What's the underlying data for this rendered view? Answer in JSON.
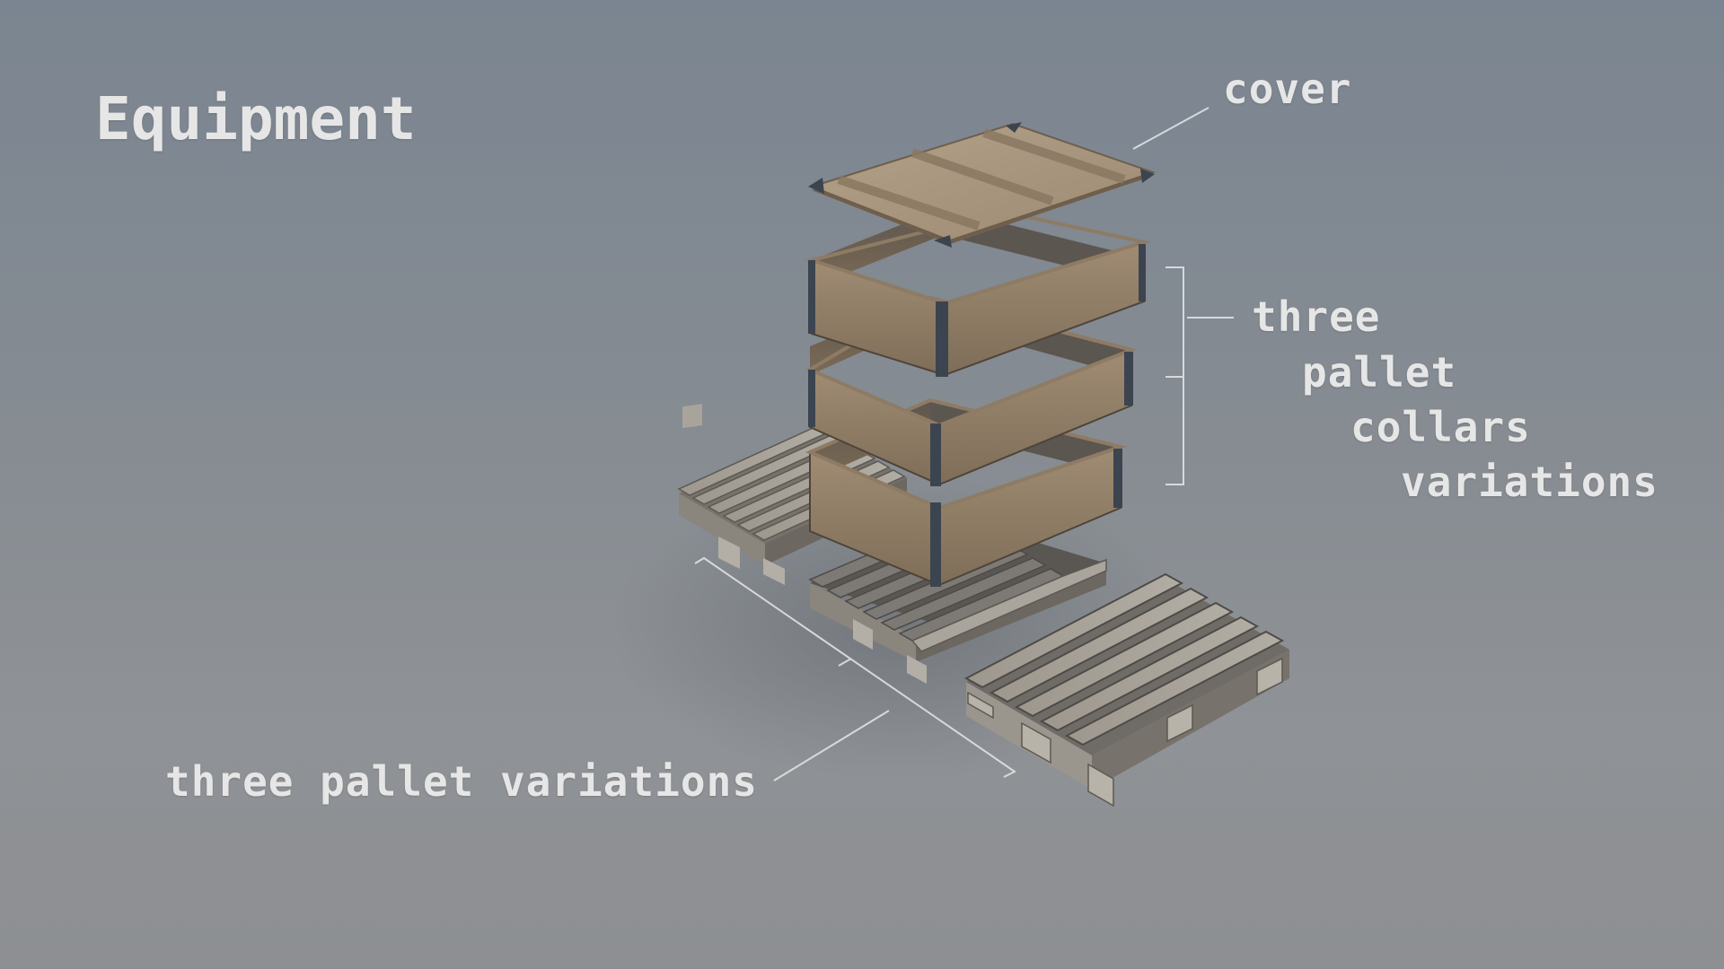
{
  "title": "Equipment",
  "annotations": {
    "cover": "cover",
    "collars": [
      "three",
      "pallet",
      "collars",
      "variations"
    ],
    "pallets": "three pallet variations"
  },
  "colors": {
    "background_top": "#7b8591",
    "background_bottom": "#8d8f92",
    "label_text": "#e6e6e6",
    "leader_line": "#e0e2e4",
    "wood_light": "#a8957d",
    "wood_dark": "#6b5a47",
    "pallet_wood": "#9e9a92",
    "metal": "#3c4450"
  }
}
